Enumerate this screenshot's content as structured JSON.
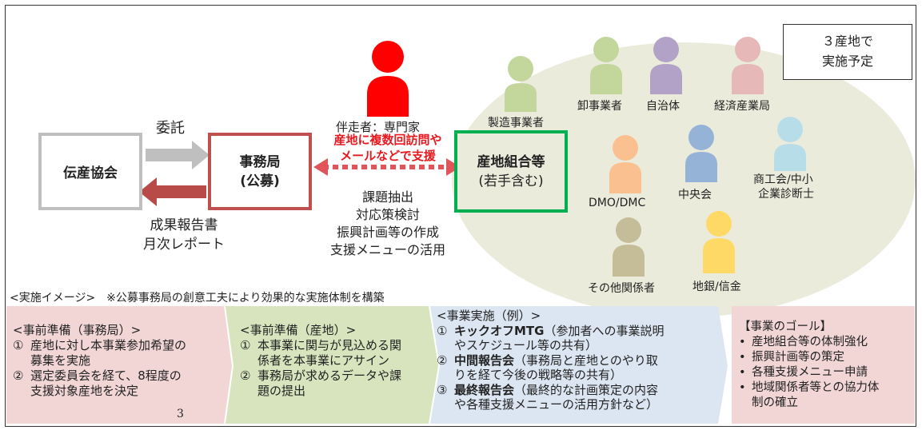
{
  "note_box": {
    "lines": [
      "３産地で",
      "実施予定"
    ]
  },
  "left": {
    "densan": "伝産協会",
    "jimukyoku": [
      "事務局",
      "(公募)"
    ],
    "itaku": "委託",
    "report": [
      "成果報告書",
      "月次レポート"
    ]
  },
  "expert": {
    "title": "伴走者：専門家",
    "support": [
      "産地に複数回訪問や",
      "メールなどで支援"
    ]
  },
  "tasks": [
    "課題抽出",
    "対応策検討",
    "振興計画等の作成",
    "支援メニューの活用"
  ],
  "sanchi": [
    "産地組合等",
    "(若手含む)"
  ],
  "stakeholders": [
    {
      "label": "製造事業者",
      "color": "#c3d69b"
    },
    {
      "label": "卸事業者",
      "color": "#c3d69b"
    },
    {
      "label": "自治体",
      "color": "#b3a2c7"
    },
    {
      "label": "経済産業局",
      "color": "#e6b9b8"
    },
    {
      "label": "DMO/DMC",
      "color": "#fac090"
    },
    {
      "label": "中央会",
      "color": "#95b3d7"
    },
    {
      "label": "商工会/中小",
      "color": "#b7dee8"
    },
    {
      "label": "企業診断士",
      "color": ""
    },
    {
      "label": "その他関係者",
      "color": "#c4bd97"
    },
    {
      "label": "地銀/信金",
      "color": "#ffd966"
    }
  ],
  "colors": {
    "expert": "#ff0000",
    "red_box": "#c0504d",
    "green_box": "#00b050",
    "gray_box": "#bfbfbf",
    "panel1": "#f2d6d6",
    "panel2": "#d7e4bd",
    "panel3": "#dce6f2",
    "panel4": "#f2d6d6"
  },
  "image_caption": "<実施イメージ>　※公募事務局の創意工夫により効果的な実施体制を構築",
  "panels": {
    "p1": {
      "title": "<事前準備（事務局）>",
      "items": [
        {
          "num": "①",
          "lines": [
            "産地に対し本事業参加希望の",
            "募集を実施"
          ]
        },
        {
          "num": "②",
          "lines": [
            "選定委員会を経て、8程度の",
            "支援対象産地を決定"
          ]
        }
      ],
      "page_num": "3"
    },
    "p2": {
      "title": "<事前準備（産地）>",
      "items": [
        {
          "num": "①",
          "lines": [
            "本事業に関与が見込める関",
            "係者を本事業にアサイン"
          ]
        },
        {
          "num": "②",
          "lines": [
            "事務局が求めるデータや課",
            "題の提出"
          ]
        }
      ]
    },
    "p3": {
      "title": "<事業実施（例）>",
      "items": [
        {
          "num": "①",
          "bold": "キックオフMTG",
          "rest": "（参加者への事業説明",
          "line2": "やスケジュール等の共有）"
        },
        {
          "num": "②",
          "bold": "中間報告会",
          "rest": "（事務局と産地とのやり取",
          "line2": "りを経て今後の戦略等の共有）"
        },
        {
          "num": "③",
          "bold": "最終報告会",
          "rest": "（最終的な計画策定の内容",
          "line2": "や各種支援メニューの活用方針など）"
        }
      ]
    },
    "p4": {
      "title": "【事業のゴール】",
      "items": [
        {
          "lines": [
            "産地組合等の体制強化"
          ]
        },
        {
          "lines": [
            "振興計画等の策定"
          ]
        },
        {
          "lines": [
            "各種支援メニュー申請"
          ]
        },
        {
          "lines": [
            "地域関係者等との協力体",
            "制の確立"
          ]
        }
      ]
    }
  }
}
